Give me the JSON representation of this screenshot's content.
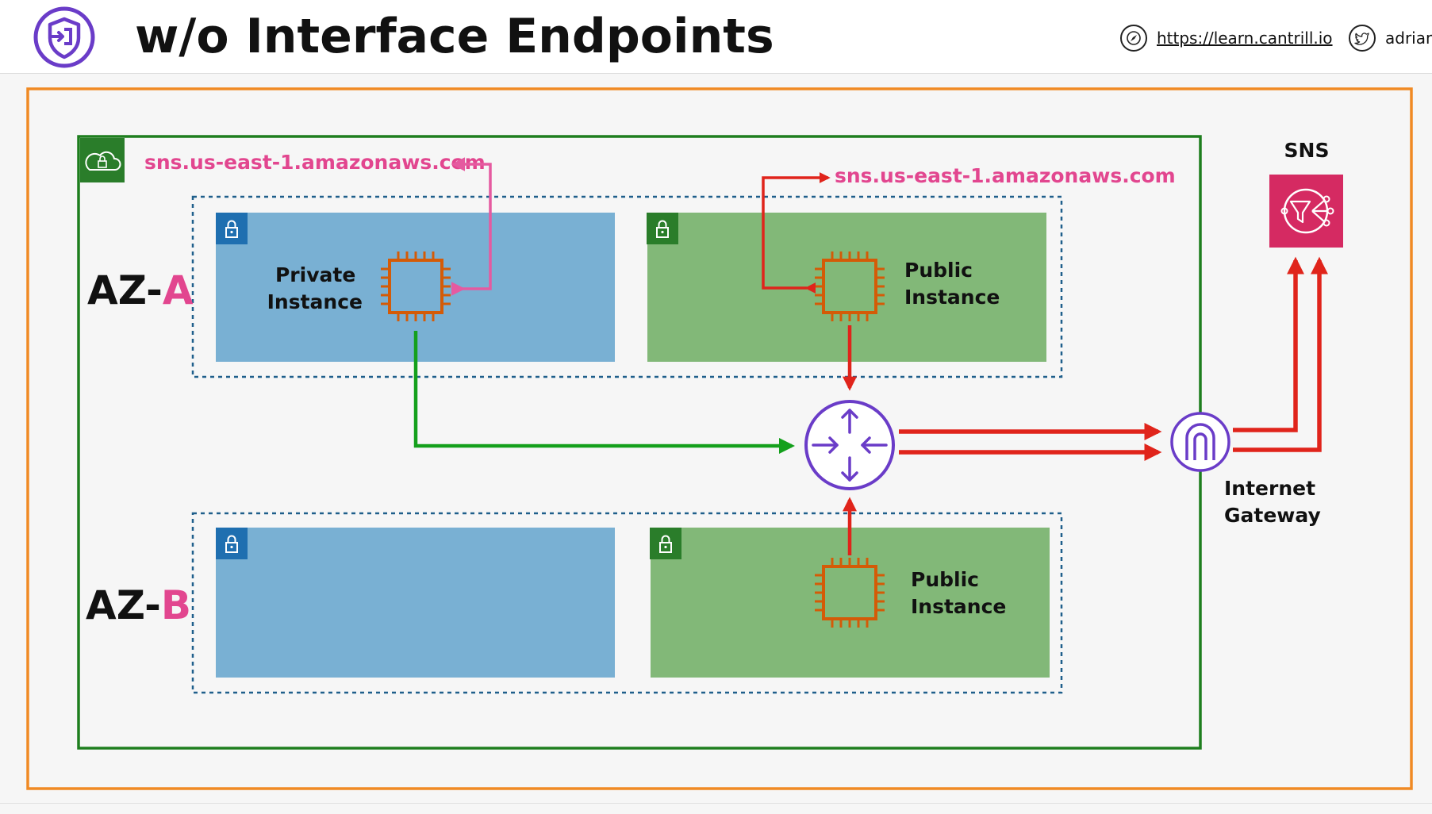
{
  "header": {
    "title": "w/o Interface Endpoints",
    "website_url": "https://learn.cantrill.io",
    "twitter_handle": "adrian",
    "icons": {
      "logo": "shield-arrow-logo",
      "web": "compass-icon",
      "social": "twitter-icon"
    }
  },
  "diagram": {
    "az_a": {
      "prefix": "AZ-",
      "letter": "A"
    },
    "az_b": {
      "prefix": "AZ-",
      "letter": "B"
    },
    "endpoint_left": "sns.us-east-1.amazonaws.com",
    "endpoint_right": "sns.us-east-1.amazonaws.com",
    "private_instance": {
      "line1": "Private",
      "line2": "Instance"
    },
    "public_instance_a": {
      "line1": "Public",
      "line2": "Instance"
    },
    "public_instance_b": {
      "line1": "Public",
      "line2": "Instance"
    },
    "sns_label": "SNS",
    "igw": {
      "line1": "Internet",
      "line2": "Gateway"
    },
    "colors": {
      "region_border": "#f08a24",
      "vpc_border": "#1e7e1e",
      "subnet_border": "#1f5f8b",
      "private_subnet": "#79b0d3",
      "public_subnet": "#82b878",
      "az_letter": "#e2468f",
      "endpoint_text": "#e2468f",
      "pink_arrow": "#e55aa0",
      "red_arrow": "#e0241b",
      "green_arrow": "#14a01c",
      "router": "#6a3cc8",
      "ec2": "#d45b07",
      "sns_tile": "#d52a62"
    }
  }
}
